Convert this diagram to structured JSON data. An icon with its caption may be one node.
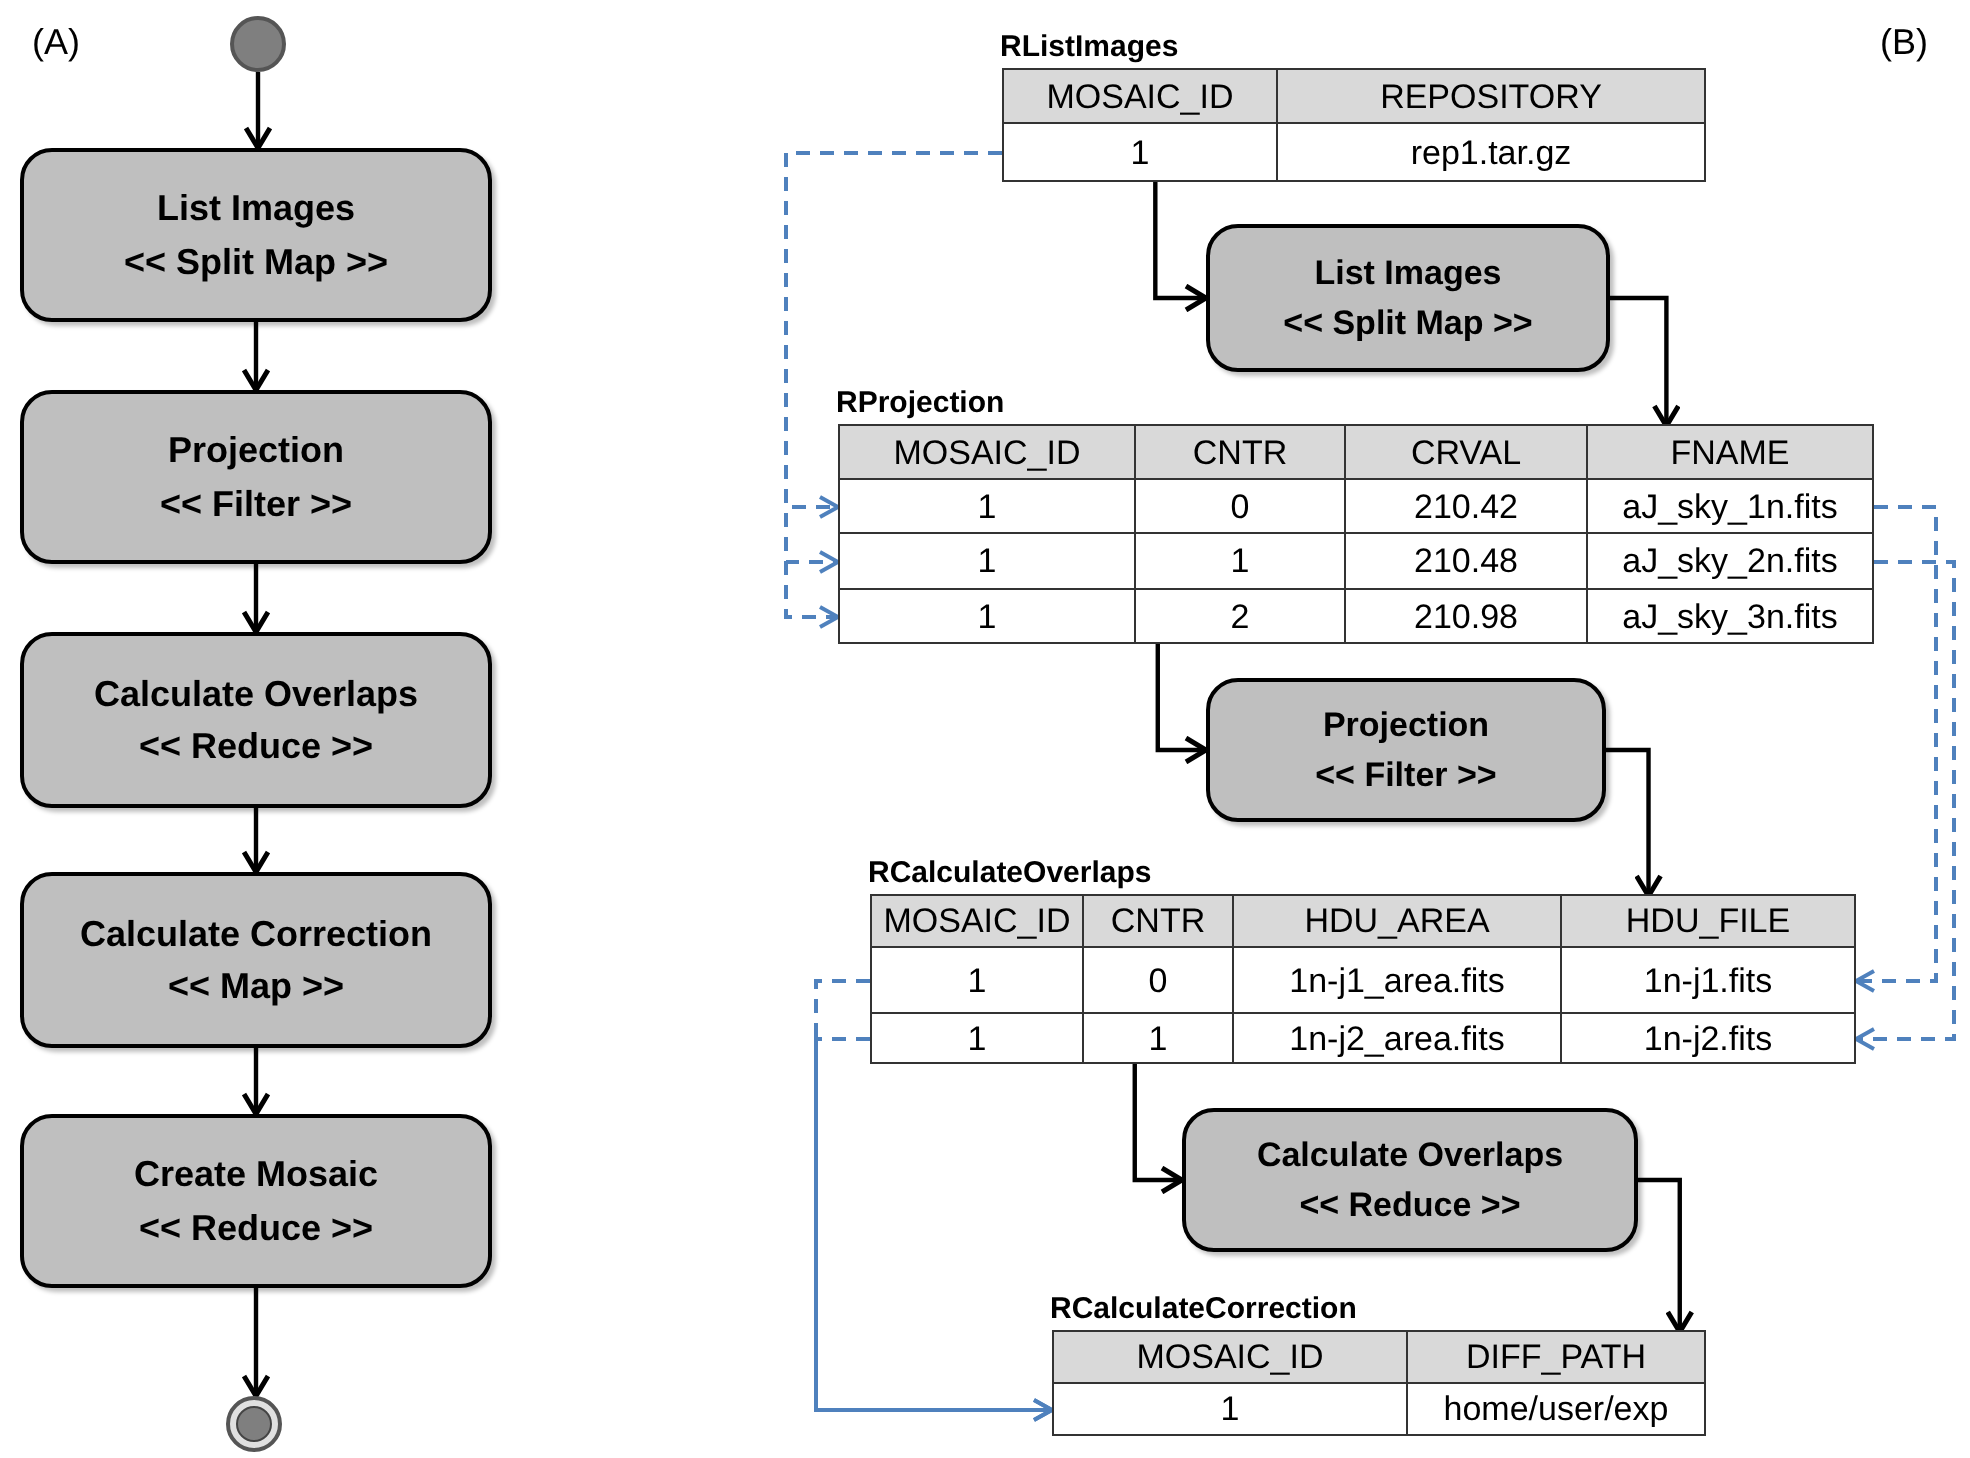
{
  "diagram": {
    "nodes": [
      {
        "text": [],
        "shape": "circle"
      },
      {
        "text": [
          "List Images",
          "<< Split Map >>"
        ]
      },
      {
        "text": [
          "Projection",
          "<< Filter >>"
        ]
      },
      {
        "text": [
          "Calculate Overlaps",
          "<< Reduce >>"
        ]
      },
      {
        "text": [
          "Calculate Correction",
          "<< Map >>"
        ]
      },
      {
        "text": [
          "Create Mosaic",
          "<< Reduce >>"
        ]
      },
      {
        "text": [],
        "shape": "circle"
      },
      {
        "text": [
          "RListImages"
        ]
      },
      {
        "text": [
          "MOSAIC_ID",
          "REPOSITORY"
        ],
        "in": 7
      },
      {
        "text": [
          "1",
          "rep1.tar.gz"
        ],
        "in": 7
      },
      {
        "text": [
          "List Images",
          "<< Split Map >>"
        ]
      },
      {
        "text": [
          "RProjection"
        ]
      },
      {
        "text": [
          "MOSAIC_ID",
          "CNTR",
          "CRVAL",
          "FNAME"
        ],
        "in": 11
      },
      {
        "text": [
          "1",
          "0",
          "210.42",
          "aJ_sky_1n.fits"
        ],
        "in": 11
      },
      {
        "text": [
          "1",
          "1",
          "210.48",
          "aJ_sky_2n.fits"
        ],
        "in": 11
      },
      {
        "text": [
          "1",
          "2",
          "210.98",
          "aJ_sky_3n.fits"
        ],
        "in": 11
      },
      {
        "text": [
          "Projection",
          "<< Filter >>"
        ]
      },
      {
        "text": [
          "RCalculateOverlaps"
        ]
      },
      {
        "text": [
          "MOSAIC_ID",
          "CNTR",
          "HDU_AREA",
          "HDU_FILE"
        ],
        "in": 17
      },
      {
        "text": [
          "1",
          "0",
          "1n-j1_area.fits",
          "1n-j1.fits"
        ],
        "in": 17
      },
      {
        "text": [
          "1",
          "1",
          "1n-j2_area.fits",
          "1n-j2.fits"
        ],
        "in": 17
      },
      {
        "text": [
          "Calculate Overlaps",
          "<< Reduce >>"
        ]
      },
      {
        "text": [
          "RCalculateCorrection"
        ]
      },
      {
        "text": [
          "MOSAIC_ID",
          "DIFF_PATH"
        ],
        "in": 22
      },
      {
        "text": [
          "1",
          "home/user/exp"
        ],
        "in": 22
      }
    ],
    "edges": [
      {
        "from": 0,
        "to": 1,
        "arrow": "to"
      },
      {
        "from": 1,
        "to": 2,
        "arrow": "to"
      },
      {
        "from": 2,
        "to": 3,
        "arrow": "to"
      },
      {
        "from": 3,
        "to": 4,
        "arrow": "to"
      },
      {
        "from": 4,
        "to": 5,
        "arrow": "to"
      },
      {
        "from": 5,
        "to": 6,
        "arrow": "to"
      },
      {
        "from": 7,
        "to": 10,
        "arrow": "to"
      },
      {
        "from": 10,
        "to": 11,
        "arrow": "to"
      },
      {
        "from": 11,
        "to": 16,
        "arrow": "to"
      },
      {
        "from": 16,
        "to": 17,
        "arrow": "to"
      },
      {
        "from": 17,
        "to": 21,
        "arrow": "to"
      },
      {
        "from": 21,
        "to": 22,
        "arrow": "to"
      },
      {
        "from": 9,
        "to": 13,
        "arrow": "to",
        "style": "dashed",
        "color": "#4f81bd"
      },
      {
        "from": 9,
        "to": 14,
        "arrow": "to",
        "style": "dashed",
        "color": "#4f81bd"
      },
      {
        "from": 9,
        "to": 15,
        "arrow": "to",
        "style": "dashed",
        "color": "#4f81bd"
      },
      {
        "from": 13,
        "to": 19,
        "arrow": "to",
        "style": "dashed",
        "color": "#4f81bd"
      },
      {
        "from": 14,
        "to": 20,
        "arrow": "to",
        "style": "dashed",
        "color": "#4f81bd"
      },
      {
        "from": 19,
        "to": 24,
        "arrow": "to",
        "style": "dashed",
        "color": "#4f81bd"
      },
      {
        "from": 20,
        "to": 24,
        "arrow": "to",
        "style": "dashed",
        "color": "#4f81bd"
      }
    ],
    "labels": [
      "(A)",
      "(B)"
    ]
  }
}
